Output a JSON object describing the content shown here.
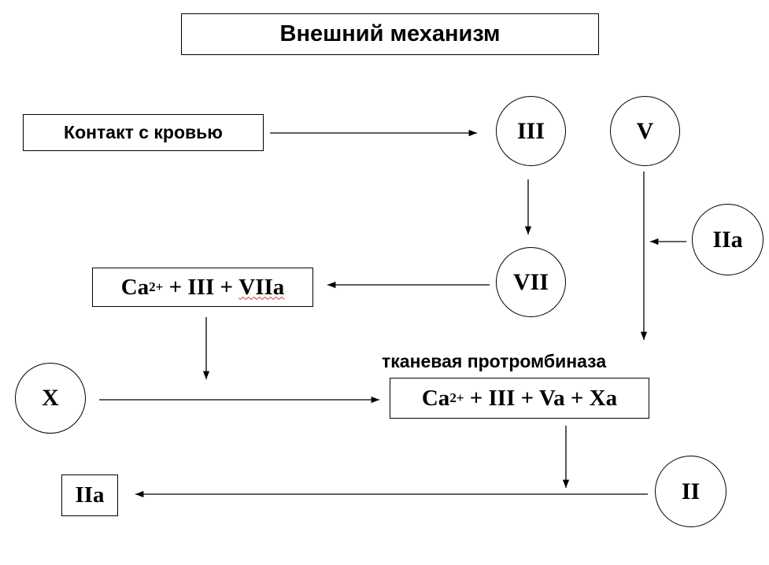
{
  "title": "Внешний механизм",
  "contact_label": "Контакт с кровью",
  "circles": {
    "iii": "III",
    "v": "V",
    "iia_mid": "IIa",
    "vii": "VII",
    "x": "X",
    "ii": "II"
  },
  "complex1": {
    "ca": "Ca ",
    "charge": "2+",
    "rest_a": " + III + ",
    "rest_b": "VIIa"
  },
  "complex2": {
    "caption": "тканевая протромбиназа",
    "ca": "Ca ",
    "charge": "2+",
    "rest": " + III + Va + Xa"
  },
  "product": "IIa"
}
